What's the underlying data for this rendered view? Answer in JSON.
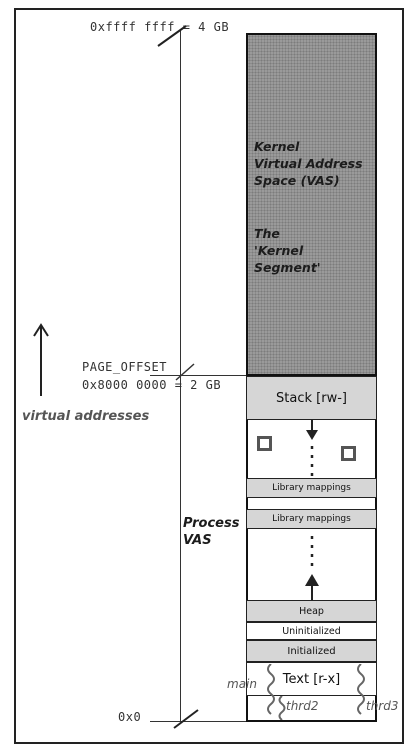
{
  "addresses": {
    "top": "0xffff ffff = 4 GB",
    "page_offset": "PAGE_OFFSET",
    "mid": "0x8000 0000 = 2 GB",
    "bottom": "0x0"
  },
  "axis_label": "virtual addresses",
  "kernel": {
    "lines": [
      "Kernel",
      "Virtual Address",
      "Space (VAS)"
    ],
    "segment_lines": [
      "The",
      "'Kernel",
      "Segment'"
    ]
  },
  "process": {
    "lines": [
      "Process",
      "VAS"
    ]
  },
  "segments": {
    "stack": "Stack [rw-]",
    "library1": "Library mappings",
    "library2": "Library mappings",
    "heap": "Heap",
    "uninitialized": "Uninitialized",
    "initialized": "Initialized",
    "text": "Text [r-x]"
  },
  "threads": {
    "main": "main",
    "thrd2": "thrd2",
    "thrd3": "thrd3"
  },
  "colors": {
    "kernel_fill": "#9a9a9a",
    "segment_fill": "#d6d6d6",
    "line": "#222222"
  }
}
